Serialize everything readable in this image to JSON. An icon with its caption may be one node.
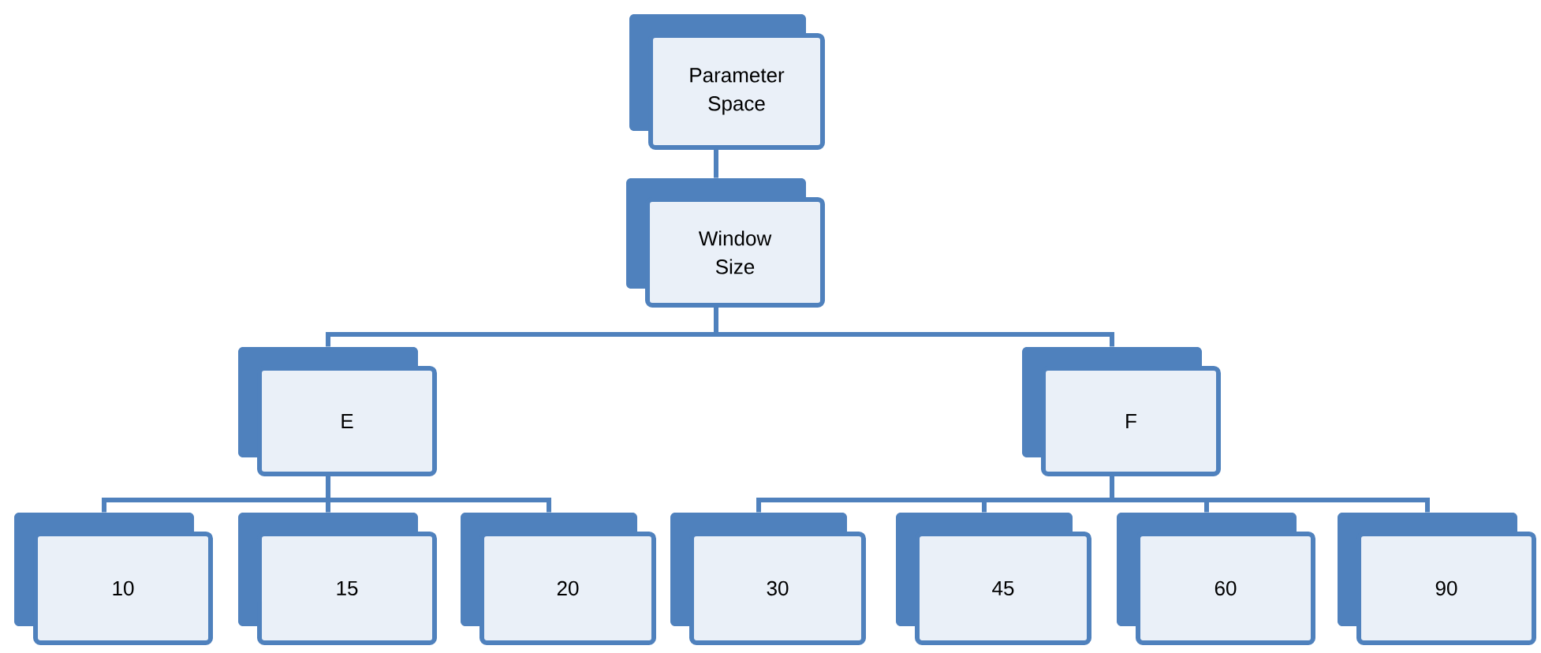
{
  "diagram": {
    "nodes": [
      {
        "text": [
          "Parameter Space"
        ]
      },
      {
        "text": [
          "Window Size"
        ]
      },
      {
        "text": [
          "E"
        ]
      },
      {
        "text": [
          "F"
        ]
      },
      {
        "text": [
          "10"
        ]
      },
      {
        "text": [
          "15"
        ]
      },
      {
        "text": [
          "20"
        ]
      },
      {
        "text": [
          "30"
        ]
      },
      {
        "text": [
          "45"
        ]
      },
      {
        "text": [
          "60"
        ]
      },
      {
        "text": [
          "90"
        ]
      }
    ],
    "edges": [
      {
        "from": 0,
        "to": 1,
        "arrow": "none"
      },
      {
        "from": 1,
        "to": 2,
        "arrow": "none"
      },
      {
        "from": 1,
        "to": 3,
        "arrow": "none"
      },
      {
        "from": 2,
        "to": 4,
        "arrow": "none"
      },
      {
        "from": 2,
        "to": 5,
        "arrow": "none"
      },
      {
        "from": 2,
        "to": 6,
        "arrow": "none"
      },
      {
        "from": 3,
        "to": 7,
        "arrow": "none"
      },
      {
        "from": 3,
        "to": 8,
        "arrow": "none"
      },
      {
        "from": 3,
        "to": 9,
        "arrow": "none"
      },
      {
        "from": 3,
        "to": 10,
        "arrow": "none"
      }
    ]
  }
}
